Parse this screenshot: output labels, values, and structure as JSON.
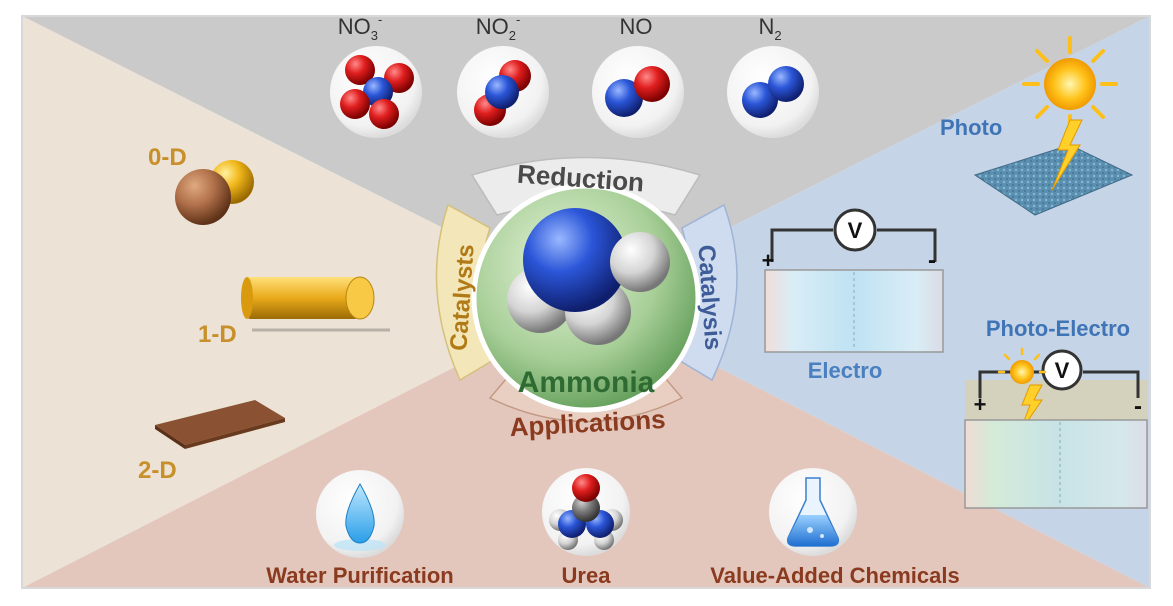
{
  "pollutants": [
    {
      "name": "NO3",
      "charge": "-",
      "sub": "3"
    },
    {
      "name": "NO2",
      "charge": "-",
      "sub": "2"
    },
    {
      "name": "NO",
      "charge": "",
      "sub": ""
    },
    {
      "name": "N2",
      "charge": "",
      "sub": "2"
    }
  ],
  "labels": {
    "no3_main": "NO",
    "no3_sub": "3",
    "no3_sup": "-",
    "no2_main": "NO",
    "no2_sub": "2",
    "no2_sup": "-",
    "no_main": "NO",
    "n2_main": "N",
    "n2_sub": "2"
  },
  "center": {
    "title": "Ammonia",
    "top": "Reduction",
    "left": "Catalysts",
    "right": "Catalysis",
    "bottom": "Applications"
  },
  "dimensions": {
    "zero_d": "0-D",
    "one_d": "1-D",
    "two_d": "2-D"
  },
  "catalysis_types": {
    "photo": "Photo",
    "electro": "Electro",
    "photo_electro": "Photo-Electro",
    "voltmeter": "V",
    "plus": "+",
    "minus": "-"
  },
  "applications": {
    "water": "Water Purification",
    "urea": "Urea",
    "chemicals": "Value-Added Chemicals"
  },
  "colors": {
    "top_panel": "#c9c9c9",
    "left_panel": "#ede3d7",
    "right_panel": "#c5d3e6",
    "bottom_panel": "#e5c9c0",
    "orange_text": "#c8902a",
    "brown_text": "#8a4a2a",
    "blue_text": "#4a7fc0",
    "green_text": "#2e6a32"
  }
}
